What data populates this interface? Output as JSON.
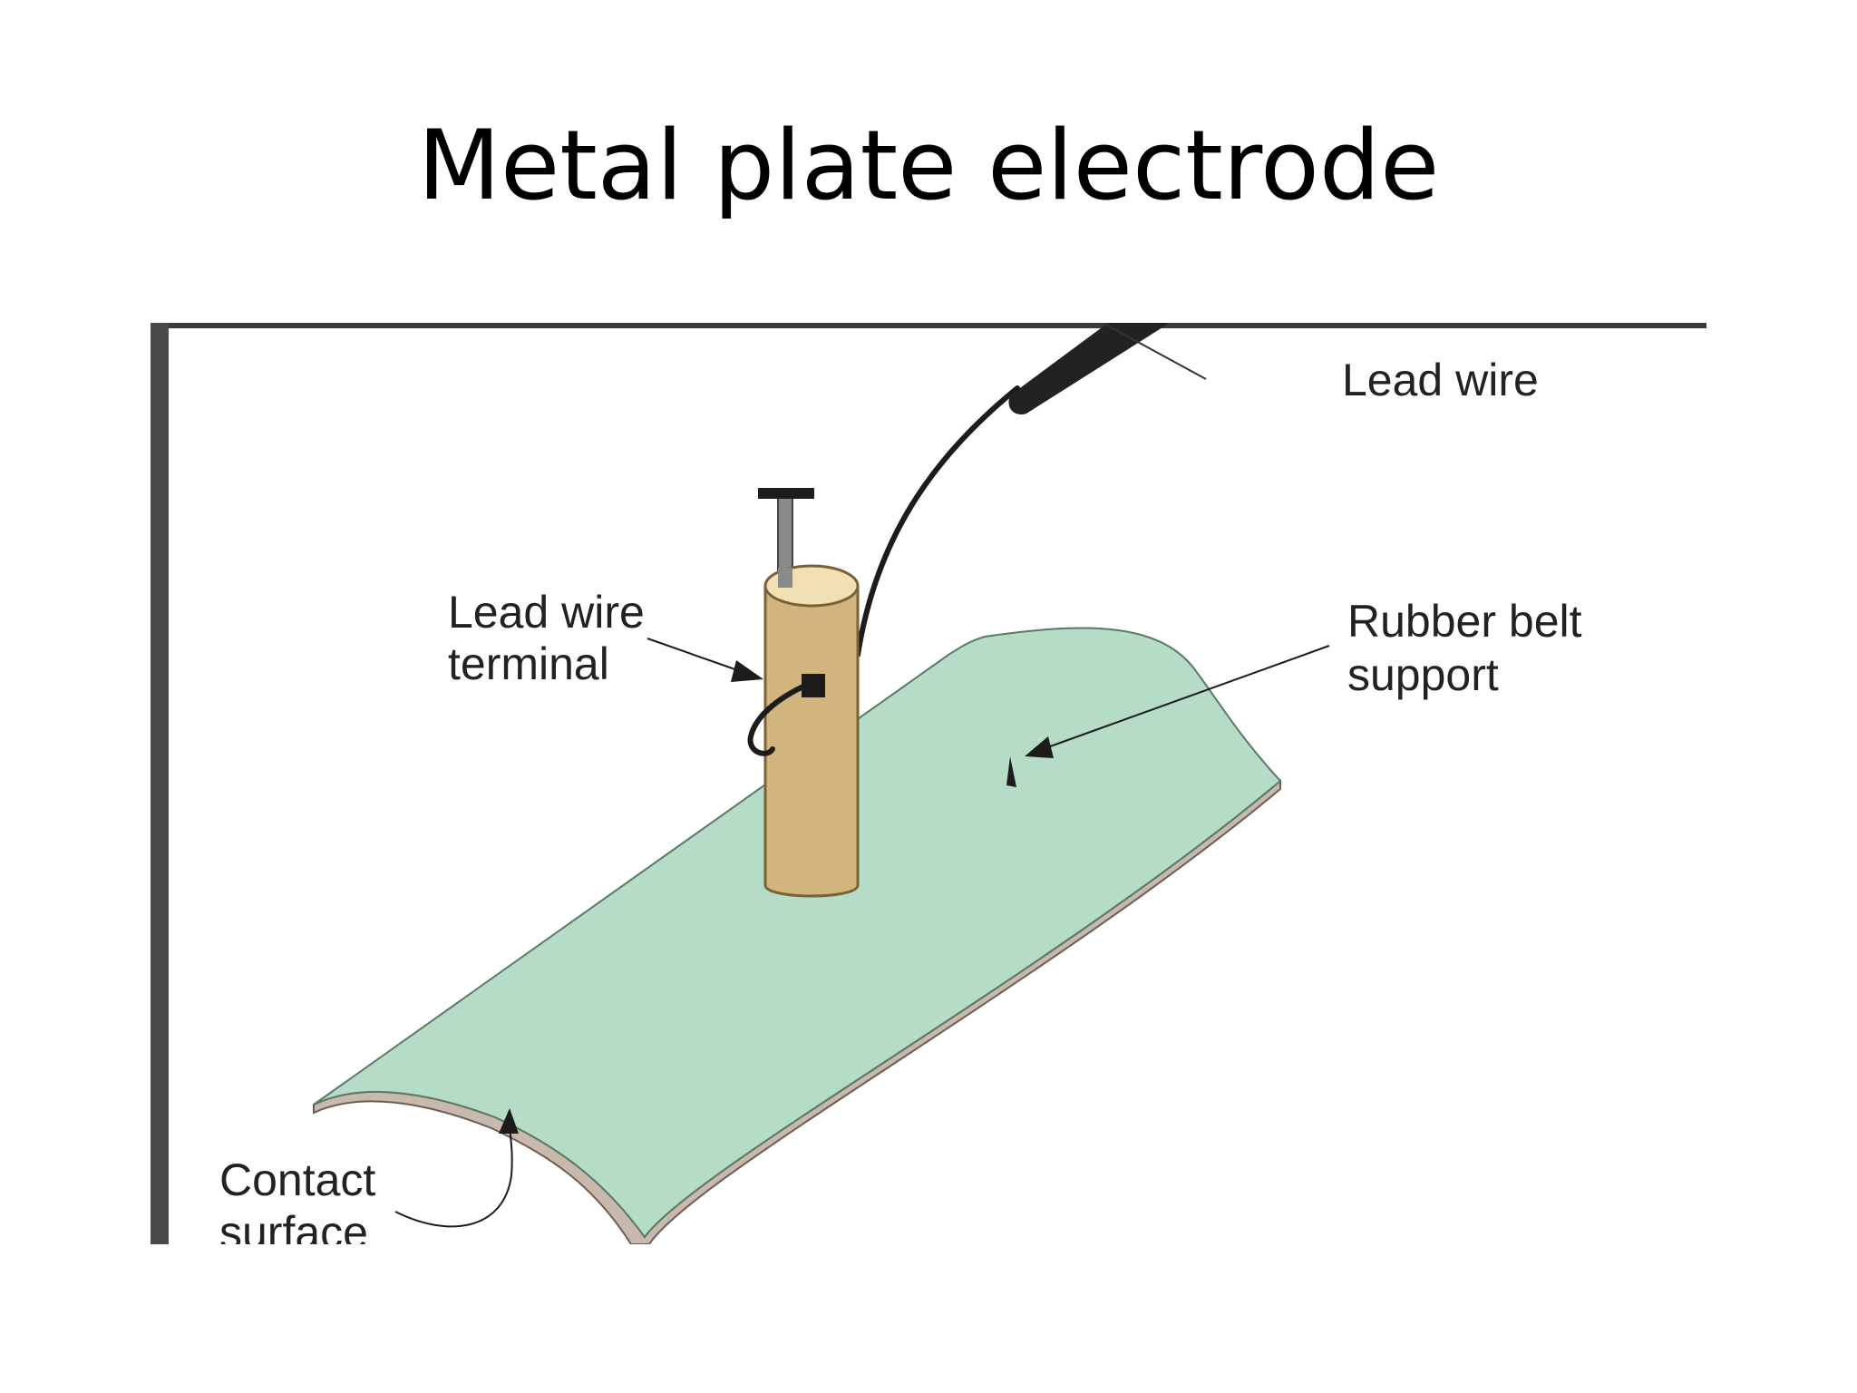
{
  "slide": {
    "title": "Metal plate electrode"
  },
  "diagram": {
    "labels": {
      "lead_wire": "Lead wire",
      "terminal_line1": "Lead wire",
      "terminal_line2": "terminal",
      "support_line1": "Rubber belt",
      "support_line2": "support",
      "contact_line1": "Contact",
      "contact_line2": "surface"
    },
    "colors": {
      "plate": "#b4dcc6",
      "plate_edge": "#c9b8ac",
      "cylinder": "#d2b57c",
      "cylinder_top": "#f0e0b4",
      "ink": "#1c1c1c",
      "frame": "#3c3c3c"
    }
  }
}
